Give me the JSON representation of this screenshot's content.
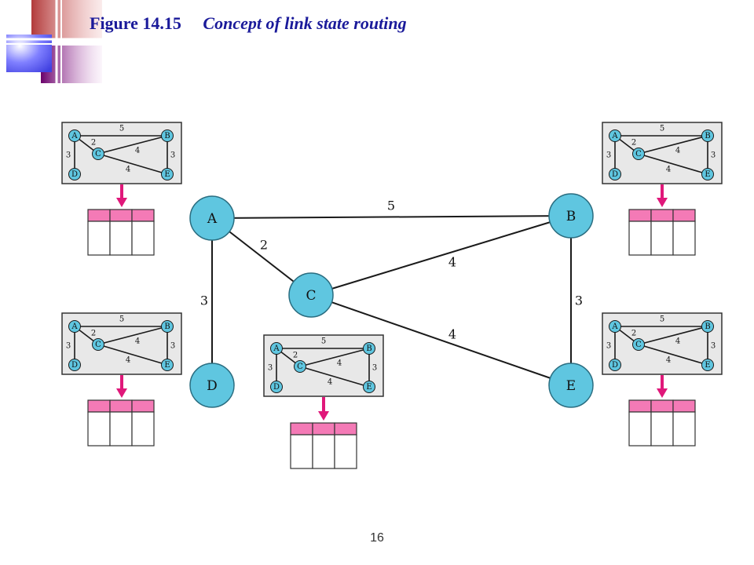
{
  "slide": {
    "figure_number": "Figure 14.15",
    "figure_caption": "Concept of link state routing",
    "page_number": "16"
  },
  "network": {
    "nodes": [
      {
        "id": "A",
        "label": "A"
      },
      {
        "id": "B",
        "label": "B"
      },
      {
        "id": "C",
        "label": "C"
      },
      {
        "id": "D",
        "label": "D"
      },
      {
        "id": "E",
        "label": "E"
      }
    ],
    "links": [
      {
        "from": "A",
        "to": "B",
        "cost": "5"
      },
      {
        "from": "A",
        "to": "C",
        "cost": "2"
      },
      {
        "from": "A",
        "to": "D",
        "cost": "3"
      },
      {
        "from": "C",
        "to": "B",
        "cost": "4"
      },
      {
        "from": "C",
        "to": "E",
        "cost": "4"
      },
      {
        "from": "B",
        "to": "E",
        "cost": "3"
      }
    ]
  },
  "routers": [
    {
      "id": "router-a",
      "table_columns": 3
    },
    {
      "id": "router-b",
      "table_columns": 3
    },
    {
      "id": "router-c",
      "table_columns": 3
    },
    {
      "id": "router-d",
      "table_columns": 3
    },
    {
      "id": "router-e",
      "table_columns": 3
    }
  ],
  "colors": {
    "node_fill": "#5fc6e0",
    "edge": "#1a1a1a",
    "arrow": "#e0187a",
    "table_header": "#f47ab6",
    "map_panel": "#e8e8e8",
    "title": "#1a1a9a",
    "deco_red": "#c0504d",
    "deco_purple": "#7a0d7a",
    "deco_blue": "#6a6aff"
  }
}
